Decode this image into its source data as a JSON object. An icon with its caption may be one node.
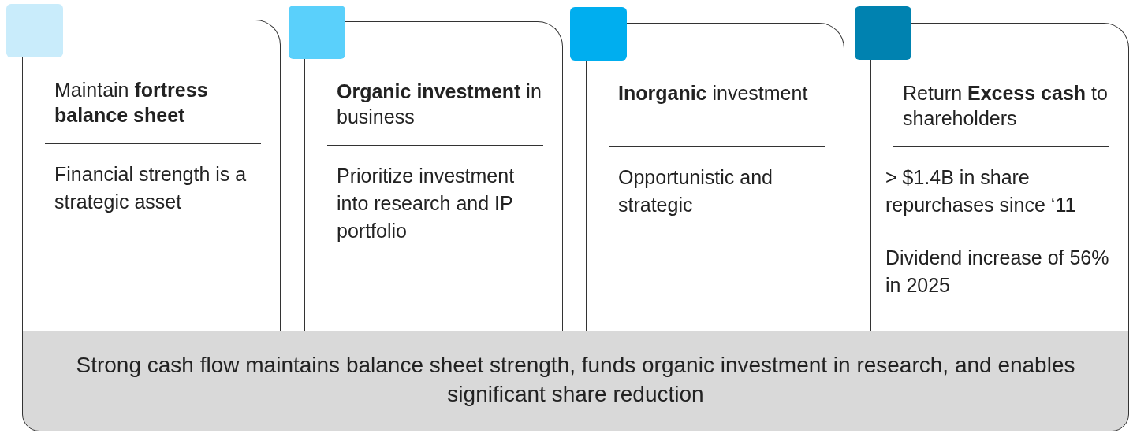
{
  "diagram": {
    "nodes": [
      {
        "text": [
          "Maintain **fortress balance sheet**",
          "Financial strength is a strategic asset"
        ]
      },
      {
        "text": [
          "**Organic investment** in business",
          "Prioritize investment into research and IP portfolio"
        ]
      },
      {
        "text": [
          "**Inorganic** investment",
          "Opportunistic and strategic"
        ]
      },
      {
        "text": [
          "Return **Excess cash** to shareholders",
          "> $1.4B in share repurchases since ‘11",
          "Dividend increase of 56% in 2025"
        ]
      },
      {
        "text": [
          "Strong cash flow maintains balance sheet strength, funds organic investment in research, and enables significant share reduction"
        ]
      }
    ],
    "edges": []
  }
}
